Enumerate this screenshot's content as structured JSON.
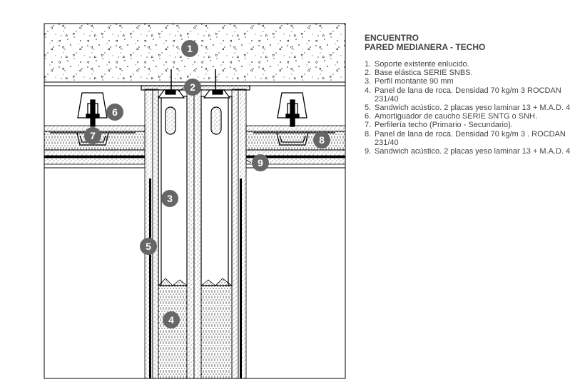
{
  "title": {
    "line1": "ENCUENTRO",
    "line2": "PARED MEDIANERA - TECHO"
  },
  "legend": [
    {
      "num": "1.",
      "text": "Soporte existente enlucido."
    },
    {
      "num": "2.",
      "text": "Base elástica SERIE SNBS."
    },
    {
      "num": "3.",
      "text": "Perfil montante 90 mm"
    },
    {
      "num": "4.",
      "text": "Panel de lana de roca. Densidad 70 kg/m 3 ROCDAN 231/40"
    },
    {
      "num": "5.",
      "text": "Sandwich acústico. 2 placas yeso laminar 13 + M.A.D. 4"
    },
    {
      "num": "6.",
      "text": "Amortiguador de caucho SERIE SNTG o SNH."
    },
    {
      "num": "7.",
      "text": "Perfilería techo (Primario - Secundario)."
    },
    {
      "num": "8.",
      "text": "Panel de lana de roca. Densidad 70 kg/m 3 . ROCDAN 231/40"
    },
    {
      "num": "9.",
      "text": "Sandwich acústico. 2 placas yeso laminar 13 + M.A.D. 4"
    }
  ],
  "markers": [
    "1",
    "2",
    "3",
    "4",
    "5",
    "6",
    "7",
    "8",
    "9"
  ],
  "colors": {
    "line": "#000000",
    "marker_fill": "#666666",
    "marker_text": "#ffffff",
    "legend_text": "#444444"
  }
}
